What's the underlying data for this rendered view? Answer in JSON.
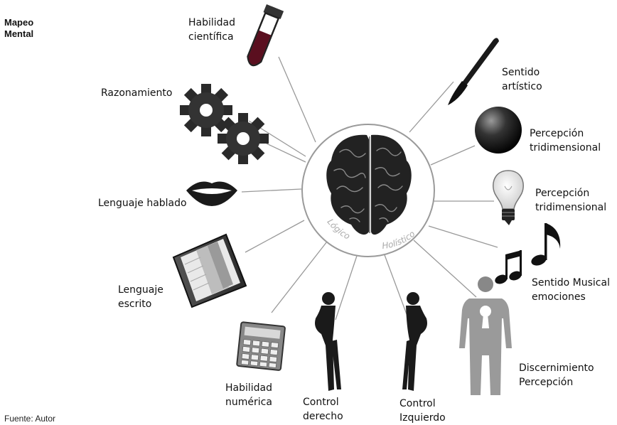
{
  "title_lines": [
    "Mapeo",
    "Mental"
  ],
  "source": "Fuente: Autor",
  "center": {
    "left_label": "Lógico",
    "right_label": "Holístico"
  },
  "nodes": {
    "habilidad_cientifica": [
      "Habilidad",
      "científica"
    ],
    "razonamiento": [
      "Razonamiento"
    ],
    "lenguaje_hablado": [
      "Lenguaje hablado"
    ],
    "lenguaje_escrito": [
      "Lenguaje",
      "escrito"
    ],
    "habilidad_numerica": [
      "Habilidad",
      "numérica"
    ],
    "control_derecho": [
      "Control",
      "derecho"
    ],
    "control_izquierdo": [
      "Control",
      "Izquierdo"
    ],
    "discernimiento": [
      "Discernimiento",
      "Percepción"
    ],
    "sentido_musical": [
      "Sentido Musical",
      "emociones"
    ],
    "percepcion_2": [
      "Percepción",
      "tridimensional"
    ],
    "percepcion_1": [
      "Percepción",
      "tridimensional"
    ],
    "sentido_artistico": [
      "Sentido",
      "artístico"
    ]
  },
  "icons": [
    "test-tube-icon",
    "gears-icon",
    "lips-icon",
    "book-icon",
    "calculator-icon",
    "silhouette-icon",
    "paintbrush-icon",
    "sphere-icon",
    "lightbulb-icon",
    "music-notes-icon",
    "person-icon",
    "brain-icon"
  ]
}
